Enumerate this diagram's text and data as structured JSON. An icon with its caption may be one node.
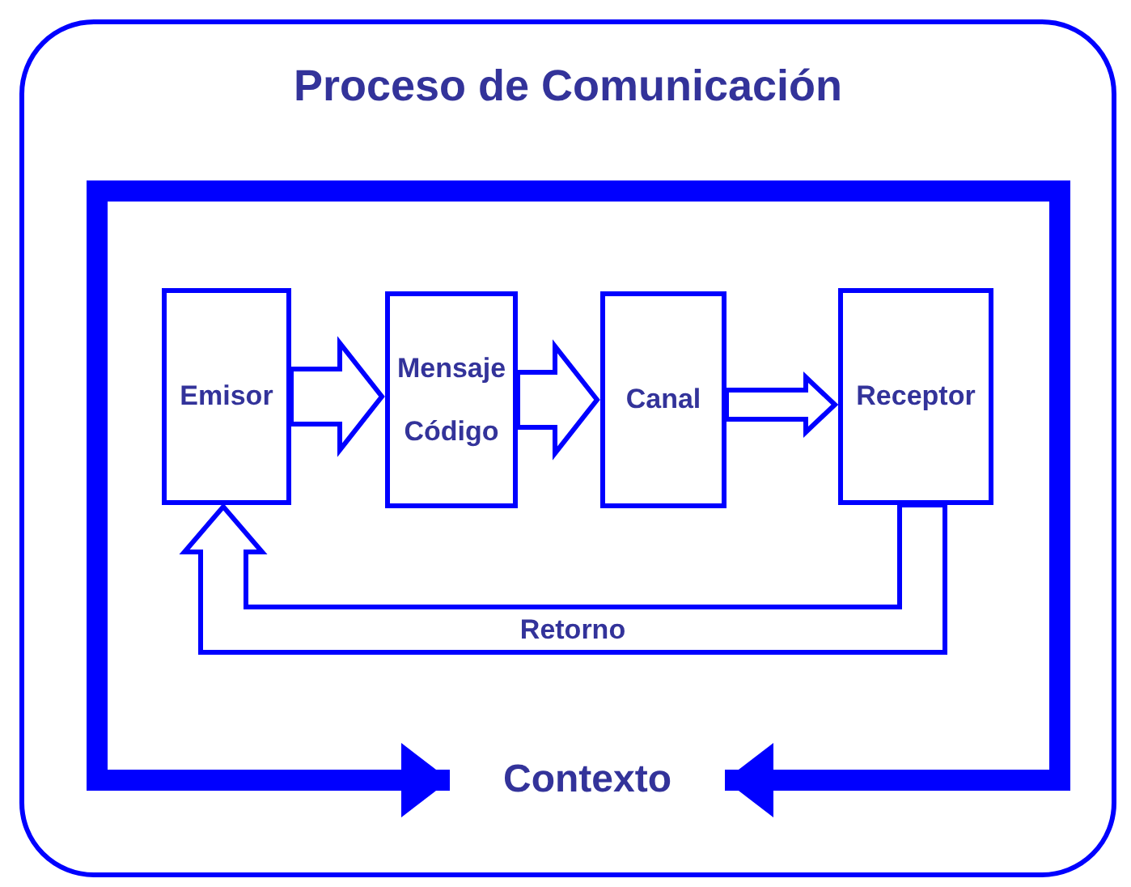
{
  "diagram": {
    "nodes": [
      {
        "text": [
          "Proceso de Comunicación"
        ]
      },
      {
        "text": [
          "Emisor"
        ],
        "in": 0
      },
      {
        "text": [
          "Mensaje",
          "Código"
        ],
        "in": 0
      },
      {
        "text": [
          "Canal"
        ],
        "in": 0
      },
      {
        "text": [
          "Receptor"
        ],
        "in": 0
      },
      {
        "text": [
          "Contexto"
        ],
        "in": 0
      }
    ],
    "edges": [
      {
        "from": 1,
        "to": 2,
        "arrow": "to"
      },
      {
        "from": 2,
        "to": 3,
        "arrow": "to"
      },
      {
        "from": 3,
        "to": 4,
        "arrow": "to"
      },
      {
        "from": 4,
        "to": 1,
        "arrow": "to",
        "label": "Retorno"
      },
      {
        "from": null,
        "to": 5,
        "arrow": "to"
      },
      {
        "from": null,
        "to": 5,
        "arrow": "to"
      }
    ]
  }
}
